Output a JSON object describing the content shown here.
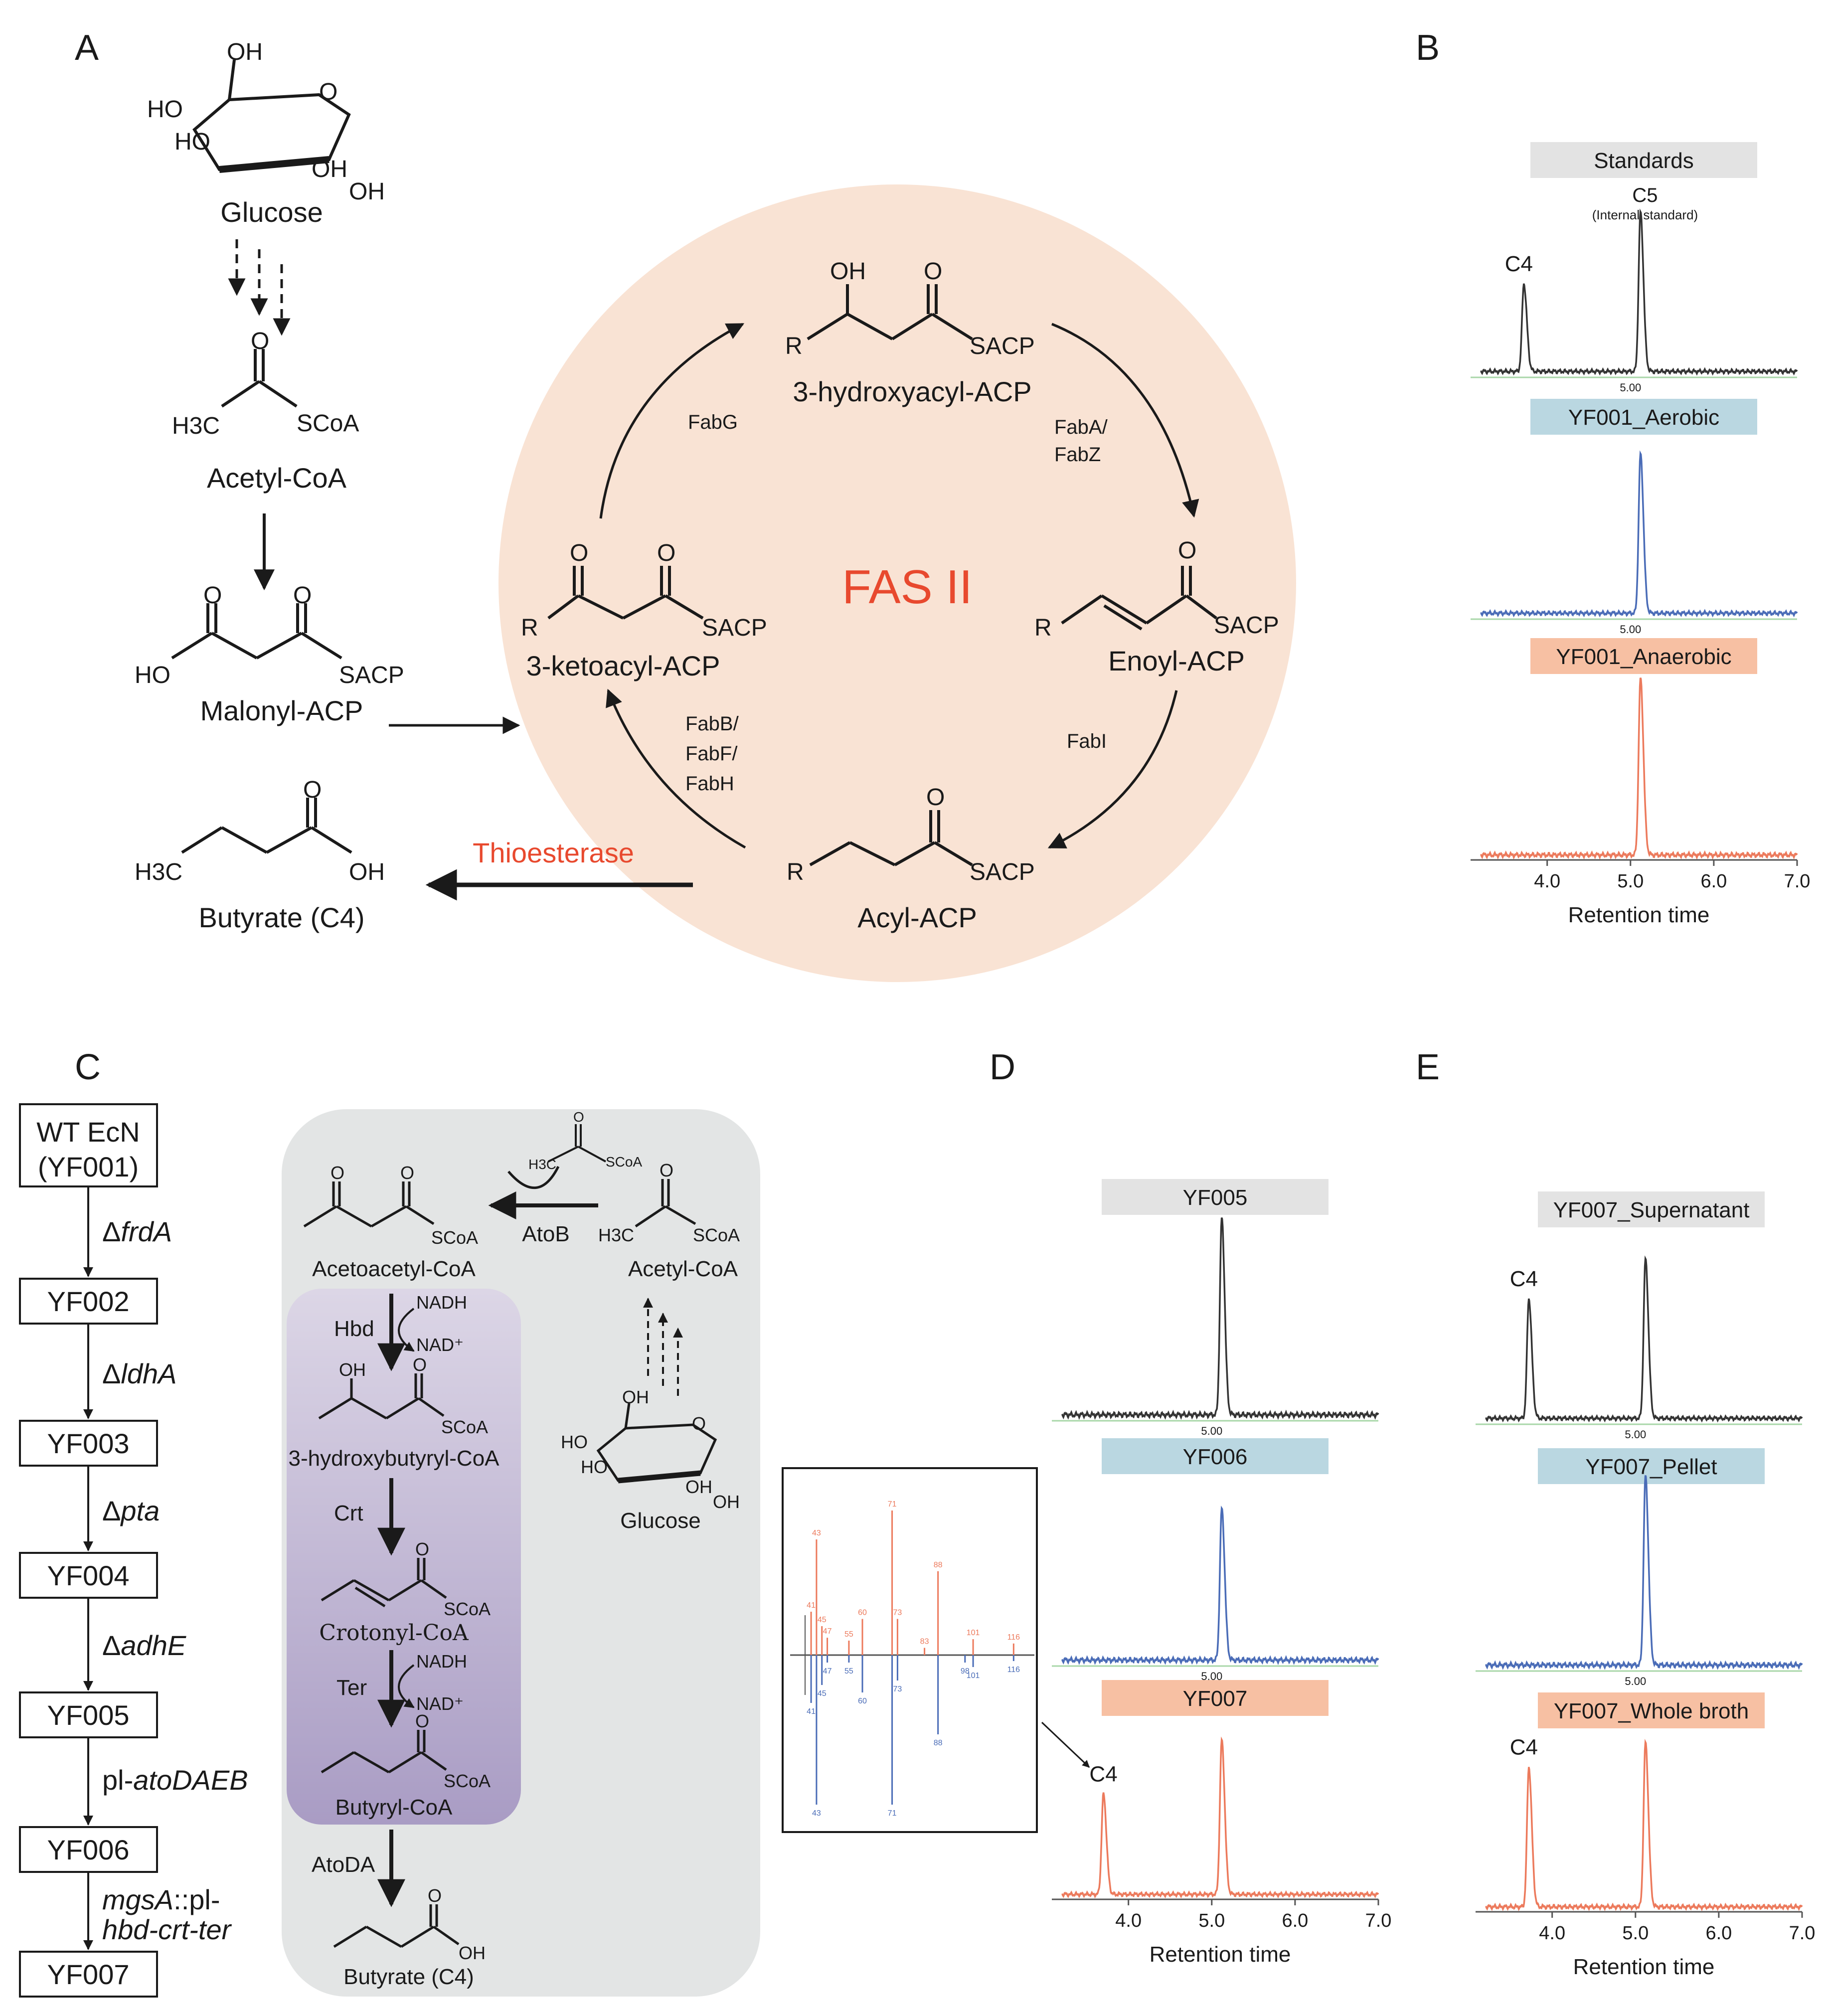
{
  "panels": {
    "A": "A",
    "B": "B",
    "C": "C",
    "D": "D",
    "E": "E"
  },
  "colors": {
    "fas_circle": "#f9e3d4",
    "fas_title": "#e8492e",
    "thioesterase": "#e8492e",
    "gray_box": "#e3e5e5",
    "purple_box": "#c8bfdb",
    "std_bar": "#e3e3e3",
    "aerobic_bar": "#bad7e1",
    "anaerobic_bar": "#f7c0a3",
    "trace_black": "#333333",
    "trace_blue": "#4a6cb7",
    "trace_red": "#ec7a5c",
    "baseline_green": "#a9d7a9"
  },
  "panelA": {
    "glucose": {
      "name": "Glucose",
      "oh_top": "OH",
      "ho1": "HO",
      "ho2": "HO",
      "oh3": "OH",
      "oh4": "OH",
      "o": "O"
    },
    "acetyl": {
      "name": "Acetyl-CoA",
      "h3c": "H3C",
      "group": "SCoA",
      "o": "O"
    },
    "malonyl": {
      "name": "Malonyl-ACP",
      "ho": "HO",
      "group": "SACP",
      "o1": "O",
      "o2": "O"
    },
    "butyrate": {
      "name": "Butyrate (C4)",
      "h3c": "H3C",
      "oh": "OH",
      "o": "O"
    },
    "thioesterase": "Thioesterase",
    "fas_title": "FAS II",
    "hydroxyacyl": {
      "name": "3-hydroxyacyl-ACP",
      "oh": "OH",
      "o": "O",
      "r": "R",
      "group": "SACP"
    },
    "enoyl": {
      "name": "Enoyl-ACP",
      "o": "O",
      "r": "R",
      "group": "SACP"
    },
    "acyl": {
      "name": "Acyl-ACP",
      "o": "O",
      "r": "R",
      "group": "SACP"
    },
    "ketoacyl": {
      "name": "3-ketoacyl-ACP",
      "o1": "O",
      "o2": "O",
      "r": "R",
      "group": "SACP"
    },
    "enzymes": {
      "fabg": "FabG",
      "faba1": "FabA/",
      "faba2": "FabZ",
      "fabi": "FabI",
      "fabb1": "FabB/",
      "fabb2": "FabF/",
      "fabb3": "FabH"
    }
  },
  "panelB": {
    "labels": {
      "standards": "Standards",
      "c5": "C5",
      "c5_note": "(Internal standard)",
      "c4": "C4",
      "aerobic": "YF001_Aerobic",
      "anaerobic": "YF001_Anaerobic",
      "xlabel": "Retention time",
      "mid_tick": "5.00"
    },
    "chart_data": {
      "type": "line",
      "xlabel": "Retention time",
      "xticks": [
        "4.0",
        "5.0",
        "6.0",
        "7.0"
      ],
      "xlim": [
        3.2,
        7.0
      ],
      "series": [
        {
          "name": "Standards",
          "peaks": [
            {
              "x": 3.72,
              "height": 0.55,
              "label": "C4"
            },
            {
              "x": 5.12,
              "height": 1.0,
              "label": "C5"
            }
          ]
        },
        {
          "name": "YF001_Aerobic",
          "peaks": [
            {
              "x": 5.12,
              "height": 1.0
            }
          ]
        },
        {
          "name": "YF001_Anaerobic",
          "peaks": [
            {
              "x": 5.12,
              "height": 1.0
            }
          ]
        }
      ]
    }
  },
  "panelC": {
    "strains": [
      "WT EcN",
      "(YF001)",
      "YF002",
      "YF003",
      "YF004",
      "YF005",
      "YF006",
      "YF007"
    ],
    "steps": [
      {
        "delta": "Δ",
        "gene": "frdA"
      },
      {
        "delta": "Δ",
        "gene": "ldhA"
      },
      {
        "delta": "Δ",
        "gene": "pta"
      },
      {
        "delta": "Δ",
        "gene": "adhE"
      },
      {
        "prefix": "pl-",
        "gene": "atoDAEB"
      },
      {
        "line1_gene": "mgsA",
        "line1_rest": "::pl-",
        "line2": "hbd-crt-ter"
      }
    ],
    "pathway": {
      "acetoacetyl": "Acetoacetyl-CoA",
      "acetyl": "Acetyl-CoA",
      "atob": "AtoB",
      "hydroxybutyryl": "3-hydroxybutyryl-CoA",
      "crotonyl": "Crotonyl-CoA",
      "butyryl": "Butyryl-CoA",
      "butyrate": "Butyrate (C4)",
      "glucose": "Glucose",
      "hbd": "Hbd",
      "crt": "Crt",
      "ter": "Ter",
      "atoda": "AtoDA",
      "nadh": "NADH",
      "nad": "NAD⁺",
      "scoa": "SCoA",
      "o": "O",
      "oh": "OH",
      "h3c": "H3C",
      "ho": "HO"
    }
  },
  "ms_inset": {
    "chart_data": {
      "type": "bar",
      "title": "",
      "top_series": {
        "mz": [
          41,
          43,
          45,
          47,
          55,
          60,
          71,
          73,
          83,
          88,
          101,
          116
        ],
        "intensity": [
          0.3,
          0.8,
          0.2,
          0.12,
          0.1,
          0.25,
          1.0,
          0.25,
          0.05,
          0.58,
          0.11,
          0.08
        ]
      },
      "bottom_series": {
        "mz": [
          41,
          43,
          45,
          47,
          55,
          60,
          71,
          73,
          88,
          98,
          101,
          116
        ],
        "intensity": [
          0.32,
          1.0,
          0.2,
          0.05,
          0.05,
          0.25,
          1.0,
          0.17,
          0.53,
          0.05,
          0.08,
          0.04
        ]
      }
    }
  },
  "panelD": {
    "labels": {
      "yf005": "YF005",
      "yf006": "YF006",
      "yf007": "YF007",
      "c4": "C4",
      "xlabel": "Retention time",
      "mid_tick": "5.00"
    },
    "chart_data": {
      "type": "line",
      "xlabel": "Retention time",
      "xticks": [
        "4.0",
        "5.0",
        "6.0",
        "7.0"
      ],
      "xlim": [
        3.2,
        7.0
      ],
      "series": [
        {
          "name": "YF005",
          "peaks": [
            {
              "x": 5.12,
              "height": 1.0
            }
          ]
        },
        {
          "name": "YF006",
          "peaks": [
            {
              "x": 5.12,
              "height": 0.8
            }
          ]
        },
        {
          "name": "YF007",
          "peaks": [
            {
              "x": 3.7,
              "height": 0.65,
              "label": "C4"
            },
            {
              "x": 5.12,
              "height": 1.0
            }
          ]
        }
      ]
    }
  },
  "panelE": {
    "labels": {
      "sup": "YF007_Supernatant",
      "pellet": "YF007_Pellet",
      "whole": "YF007_Whole broth",
      "c4a": "C4",
      "c4b": "C4",
      "xlabel": "Retention time",
      "mid_tick": "5.00"
    },
    "chart_data": {
      "type": "line",
      "xlabel": "Retention time",
      "xticks": [
        "4.0",
        "5.0",
        "6.0",
        "7.0"
      ],
      "xlim": [
        3.2,
        7.0
      ],
      "series": [
        {
          "name": "YF007_Supernatant",
          "peaks": [
            {
              "x": 3.72,
              "height": 0.75,
              "label": "C4"
            },
            {
              "x": 5.12,
              "height": 1.0
            }
          ]
        },
        {
          "name": "YF007_Pellet",
          "peaks": [
            {
              "x": 5.12,
              "height": 1.0
            }
          ]
        },
        {
          "name": "YF007_Whole broth",
          "peaks": [
            {
              "x": 3.72,
              "height": 0.85,
              "label": "C4"
            },
            {
              "x": 5.12,
              "height": 1.0
            }
          ]
        }
      ]
    }
  }
}
